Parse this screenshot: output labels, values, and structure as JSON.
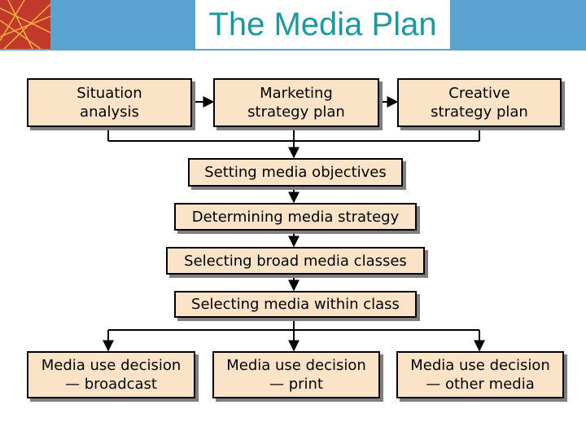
{
  "slide": {
    "title": "The Media Plan"
  },
  "diagram": {
    "top_row": [
      {
        "lines": [
          "Situation",
          "analysis"
        ]
      },
      {
        "lines": [
          "Marketing",
          "strategy plan"
        ]
      },
      {
        "lines": [
          "Creative",
          "strategy plan"
        ]
      }
    ],
    "steps": [
      "Setting media objectives",
      "Determining media strategy",
      "Selecting broad media classes",
      "Selecting media within class"
    ],
    "bottom_row": [
      {
        "lines": [
          "Media use decision",
          "— broadcast"
        ]
      },
      {
        "lines": [
          "Media use decision",
          "— print"
        ]
      },
      {
        "lines": [
          "Media use decision",
          "— other media"
        ]
      }
    ]
  },
  "colors": {
    "header_bar": "#5ba3d0",
    "logo_block": "#c0392b",
    "title_text": "#1a9aa0",
    "box_fill": "#fbe3c8",
    "box_shadow": "#7f7f7f"
  }
}
